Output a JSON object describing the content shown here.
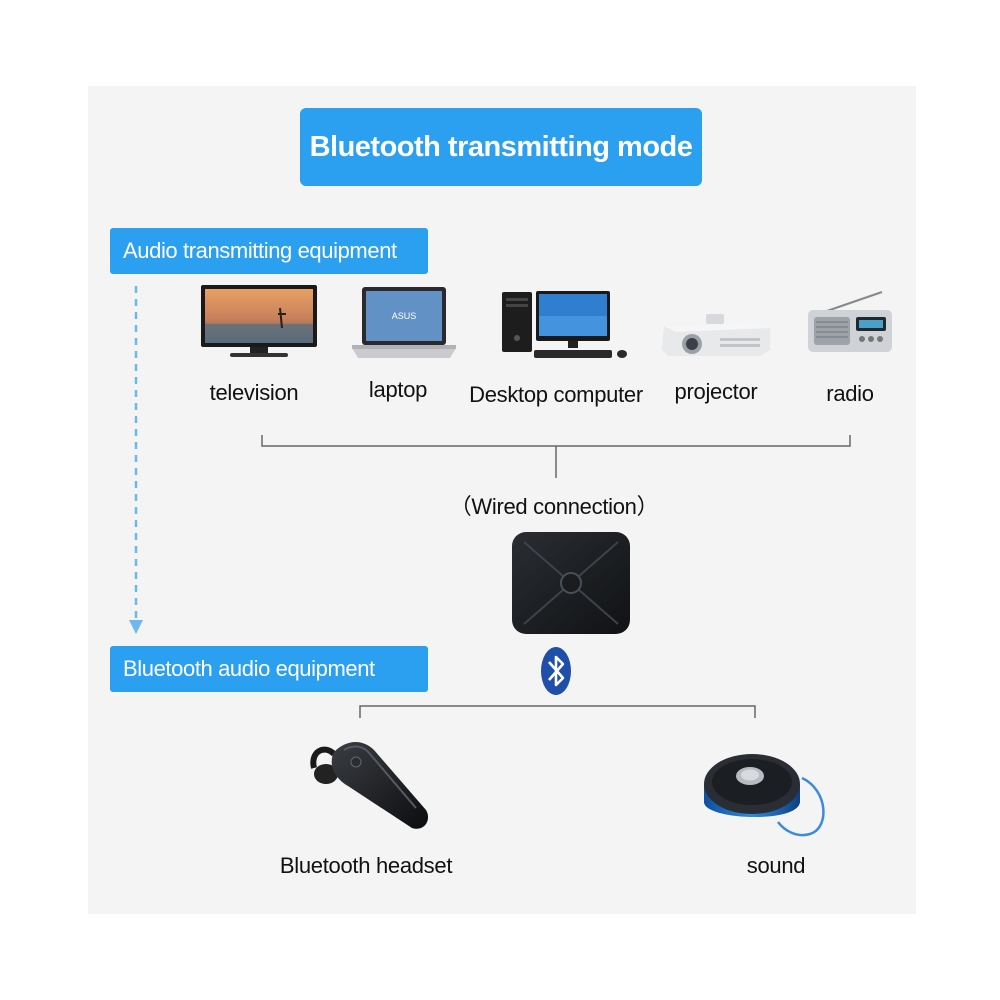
{
  "title": "Bluetooth transmitting mode",
  "sections": {
    "transmitting": "Audio transmitting equipment",
    "receiving": "Bluetooth audio equipment"
  },
  "transmitters": [
    {
      "label": "television",
      "icon": "television-icon"
    },
    {
      "label": "laptop",
      "icon": "laptop-icon"
    },
    {
      "label": "Desktop computer",
      "icon": "desktop-computer-icon"
    },
    {
      "label": "projector",
      "icon": "projector-icon"
    },
    {
      "label": "radio",
      "icon": "radio-icon"
    }
  ],
  "connection_label": "（Wired connection）",
  "receivers": [
    {
      "label": "Bluetooth headset",
      "icon": "bluetooth-headset-icon"
    },
    {
      "label": "sound",
      "icon": "speaker-icon"
    }
  ],
  "colors": {
    "accent": "#2b9ff0",
    "bluetooth": "#1f4fa8",
    "line": "#666666"
  }
}
